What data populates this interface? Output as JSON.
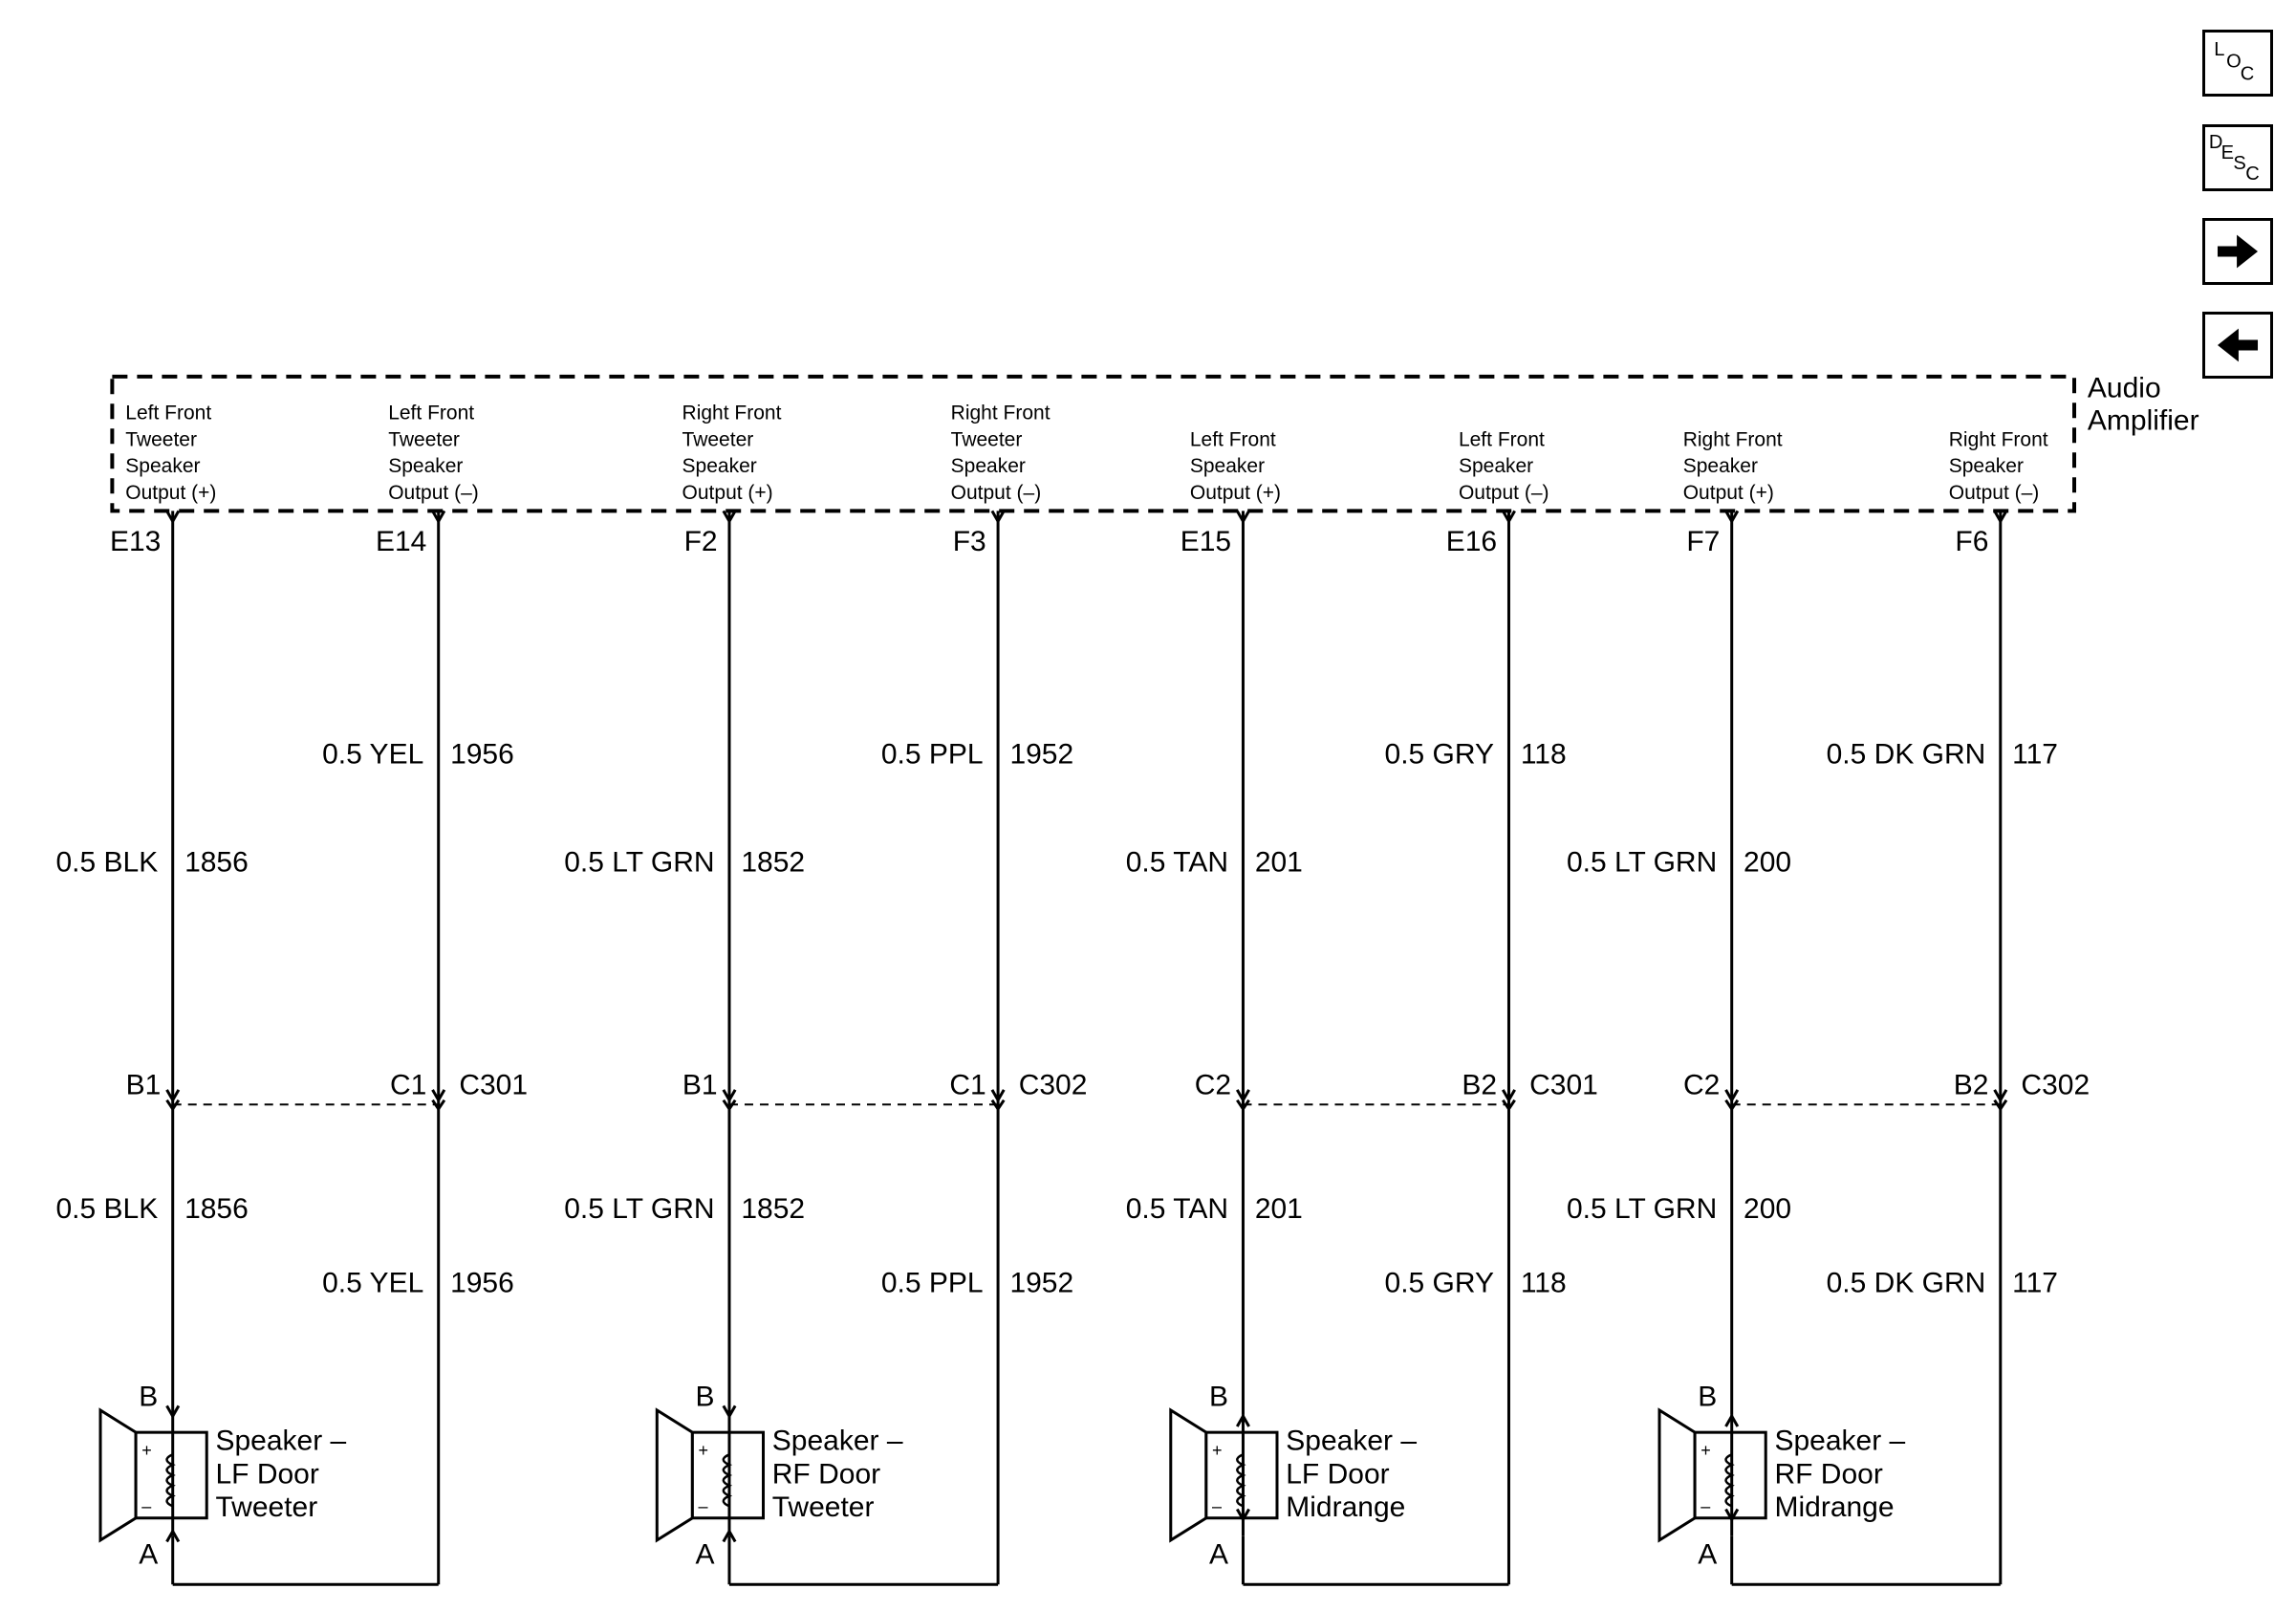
{
  "module": {
    "name_line1": "Audio",
    "name_line2": "Amplifier"
  },
  "nav_buttons": [
    {
      "id": "loc",
      "l1": "L",
      "l2": "O",
      "l3": "C"
    },
    {
      "id": "desc",
      "l1": "D",
      "l2": "E",
      "l3": "S",
      "l4": "C"
    },
    {
      "id": "next",
      "icon": "arrow-right-icon"
    },
    {
      "id": "back",
      "icon": "arrow-left-icon"
    }
  ],
  "circuits": [
    {
      "lines": [
        "Left Front",
        "Tweeter",
        "Speaker",
        "Output (+)"
      ],
      "pin": "E13",
      "wire_upper": "0.5 BLK",
      "num_upper": "1856",
      "connector_pin": "B1",
      "connector": "",
      "wire_lower": "0.5 BLK",
      "num_lower": "1856"
    },
    {
      "lines": [
        "Left Front",
        "Tweeter",
        "Speaker",
        "Output (–)"
      ],
      "pin": "E14",
      "wire_upper": "0.5 YEL",
      "num_upper": "1956",
      "connector_pin": "C1",
      "connector": "C301",
      "wire_lower": "0.5 YEL",
      "num_lower": "1956"
    },
    {
      "lines": [
        "Right Front",
        "Tweeter",
        "Speaker",
        "Output (+)"
      ],
      "pin": "F2",
      "wire_upper": "0.5 LT GRN",
      "num_upper": "1852",
      "connector_pin": "B1",
      "connector": "",
      "wire_lower": "0.5 LT GRN",
      "num_lower": "1852"
    },
    {
      "lines": [
        "Right Front",
        "Tweeter",
        "Speaker",
        "Output (–)"
      ],
      "pin": "F3",
      "wire_upper": "0.5 PPL",
      "num_upper": "1952",
      "connector_pin": "C1",
      "connector": "C302",
      "wire_lower": "0.5 PPL",
      "num_lower": "1952"
    },
    {
      "lines": [
        "Left Front",
        "Speaker",
        "Output (+)"
      ],
      "pin": "E15",
      "wire_upper": "0.5 TAN",
      "num_upper": "201",
      "connector_pin": "C2",
      "connector": "",
      "wire_lower": "0.5 TAN",
      "num_lower": "201"
    },
    {
      "lines": [
        "Left Front",
        "Speaker",
        "Output (–)"
      ],
      "pin": "E16",
      "wire_upper": "0.5 GRY",
      "num_upper": "118",
      "connector_pin": "B2",
      "connector": "C301",
      "wire_lower": "0.5 GRY",
      "num_lower": "118"
    },
    {
      "lines": [
        "Right Front",
        "Speaker",
        "Output (+)"
      ],
      "pin": "F7",
      "wire_upper": "0.5 LT GRN",
      "num_upper": "200",
      "connector_pin": "C2",
      "connector": "",
      "wire_lower": "0.5 LT GRN",
      "num_lower": "200"
    },
    {
      "lines": [
        "Right Front",
        "Speaker",
        "Output (–)"
      ],
      "pin": "F6",
      "wire_upper": "0.5 DK GRN",
      "num_upper": "117",
      "connector_pin": "B2",
      "connector": "C302",
      "wire_lower": "0.5 DK GRN",
      "num_lower": "117"
    }
  ],
  "speakers": [
    {
      "lines": [
        "Speaker –",
        "LF Door",
        "Tweeter"
      ],
      "pin_top": "B",
      "pin_bottom": "A",
      "plus": "+",
      "minus": "–"
    },
    {
      "lines": [
        "Speaker –",
        "RF Door",
        "Tweeter"
      ],
      "pin_top": "B",
      "pin_bottom": "A",
      "plus": "+",
      "minus": "–"
    },
    {
      "lines": [
        "Speaker –",
        "LF Door",
        "Midrange"
      ],
      "pin_top": "B",
      "pin_bottom": "A",
      "plus": "+",
      "minus": "–"
    },
    {
      "lines": [
        "Speaker –",
        "RF Door",
        "Midrange"
      ],
      "pin_top": "B",
      "pin_bottom": "A",
      "plus": "+",
      "minus": "–"
    }
  ]
}
